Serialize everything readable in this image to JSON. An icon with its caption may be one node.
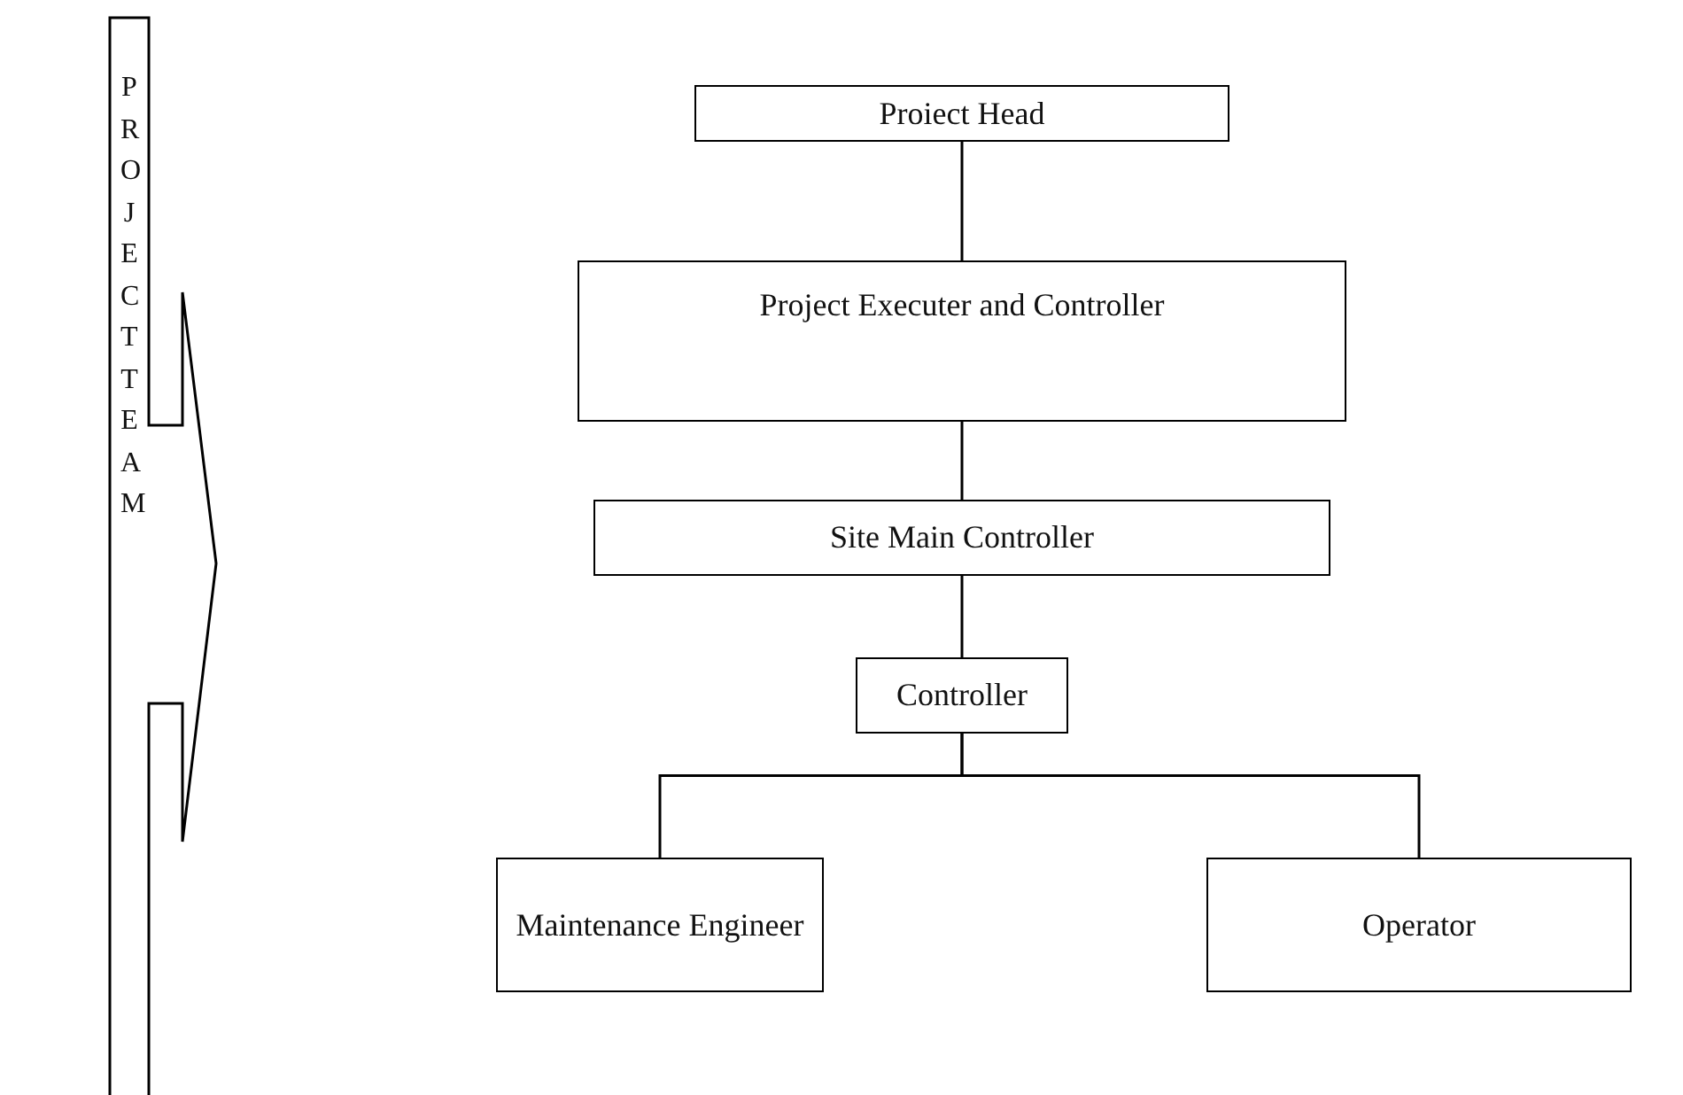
{
  "diagram": {
    "nodes": [
      {
        "text": [
          "PROJECT TEAM"
        ]
      },
      {
        "text": [
          "Proiect Head"
        ]
      },
      {
        "text": [
          "Project Executer and Controller"
        ]
      },
      {
        "text": [
          "Site Main Controller"
        ]
      },
      {
        "text": [
          "Controller"
        ]
      },
      {
        "text": [
          "Maintenance Engineer"
        ]
      },
      {
        "text": [
          "Operator"
        ]
      }
    ],
    "edges": [
      {
        "from": 1,
        "to": 2,
        "arrow": "none"
      },
      {
        "from": 2,
        "to": 3,
        "arrow": "none"
      },
      {
        "from": 3,
        "to": 4,
        "arrow": "none"
      },
      {
        "from": 4,
        "to": 5,
        "arrow": "none"
      },
      {
        "from": 4,
        "to": 6,
        "arrow": "none"
      }
    ]
  }
}
